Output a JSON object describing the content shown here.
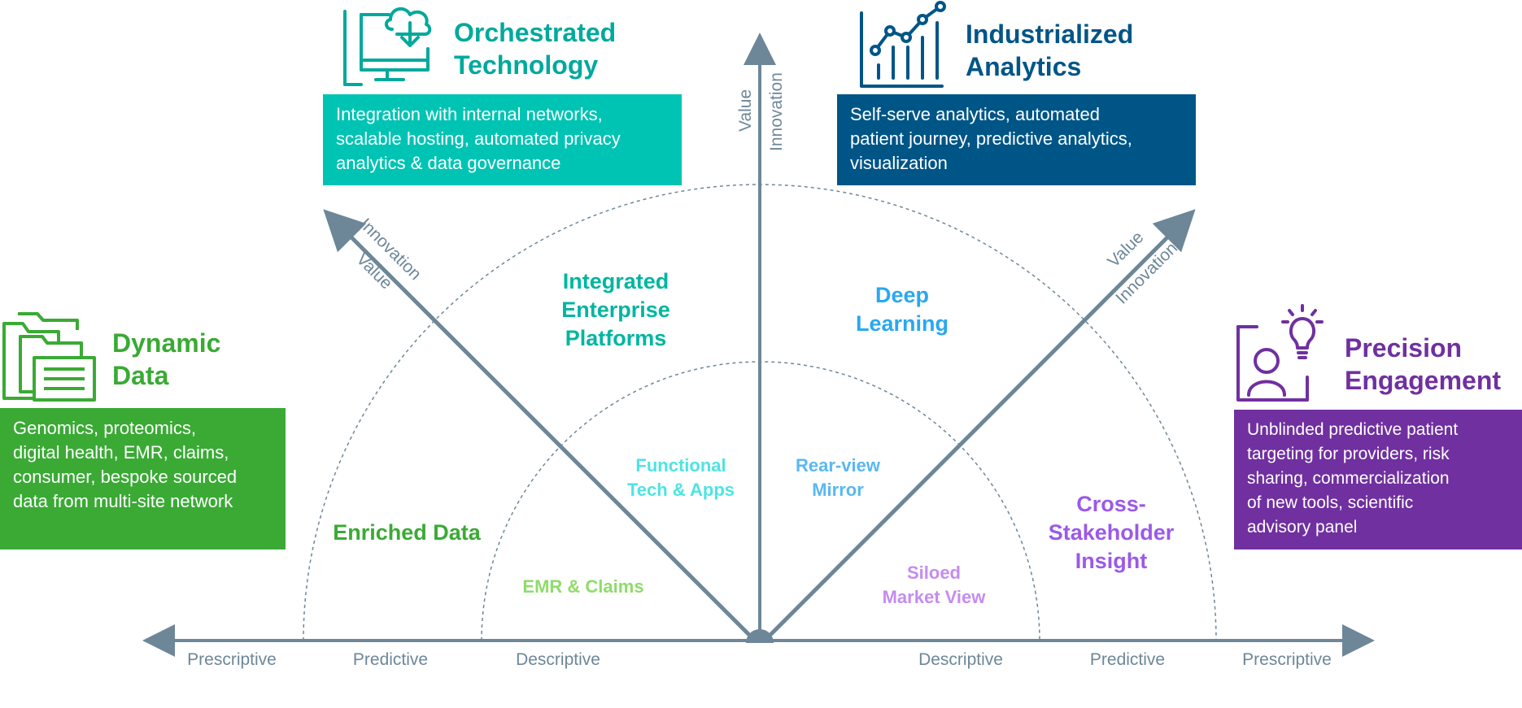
{
  "colors": {
    "axis": "#6d8799",
    "green": "#3aaa35",
    "teal": "#00c4b3",
    "navy": "#005587",
    "purple": "#7030a0",
    "light_green": "#8fdc6a",
    "cyan_text": "#4de4e4",
    "blue_text": "#29a8f0",
    "light_blue_text": "#5ab8f0",
    "violet_text": "#9b59e8",
    "lavender_text": "#c48cf0",
    "teal_text": "#00b6a0"
  },
  "cards": {
    "dynamic_data": {
      "icon": "folders-icon",
      "title": [
        "Dynamic",
        "Data"
      ],
      "body": [
        "Genomics, proteomics,",
        "digital health, EMR, claims,",
        "consumer, bespoke sourced",
        "data from multi-site network"
      ]
    },
    "orchestrated_technology": {
      "icon": "monitor-cloud-download-icon",
      "title": [
        "Orchestrated",
        "Technology"
      ],
      "body": [
        "Integration with internal networks,",
        "scalable hosting, automated privacy",
        "analytics & data governance"
      ]
    },
    "industrialized_analytics": {
      "icon": "line-chart-icon",
      "title": [
        "Industrialized",
        "Analytics"
      ],
      "body": [
        "Self-serve analytics, automated",
        "patient journey, predictive analytics,",
        "visualization"
      ]
    },
    "precision_engagement": {
      "icon": "person-lightbulb-icon",
      "title": [
        "Precision",
        "Engagement"
      ],
      "body": [
        "Unblinded predictive patient",
        "targeting for providers, risk",
        "sharing, commercialization",
        "of new tools, scientific",
        "advisory panel"
      ]
    }
  },
  "axis_labels": {
    "left": [
      "Prescriptive",
      "Predictive",
      "Descriptive"
    ],
    "right": [
      "Descriptive",
      "Predictive",
      "Prescriptive"
    ],
    "vertical": [
      "Value",
      "Innovation"
    ],
    "diag_left": [
      "Innovation",
      "Value"
    ],
    "diag_right": [
      "Value",
      "Innovation"
    ]
  },
  "zones": {
    "enriched_data": "Enriched Data",
    "emr_claims": "EMR & Claims",
    "integrated_enterprise": [
      "Integrated",
      "Enterprise",
      "Platforms"
    ],
    "functional_tech": [
      "Functional",
      "Tech & Apps"
    ],
    "deep_learning": [
      "Deep",
      "Learning"
    ],
    "rear_view": [
      "Rear-view",
      "Mirror"
    ],
    "cross_stakeholder": [
      "Cross-",
      "Stakeholder",
      "Insight"
    ],
    "siloed_market": [
      "Siloed",
      "Market View"
    ]
  }
}
